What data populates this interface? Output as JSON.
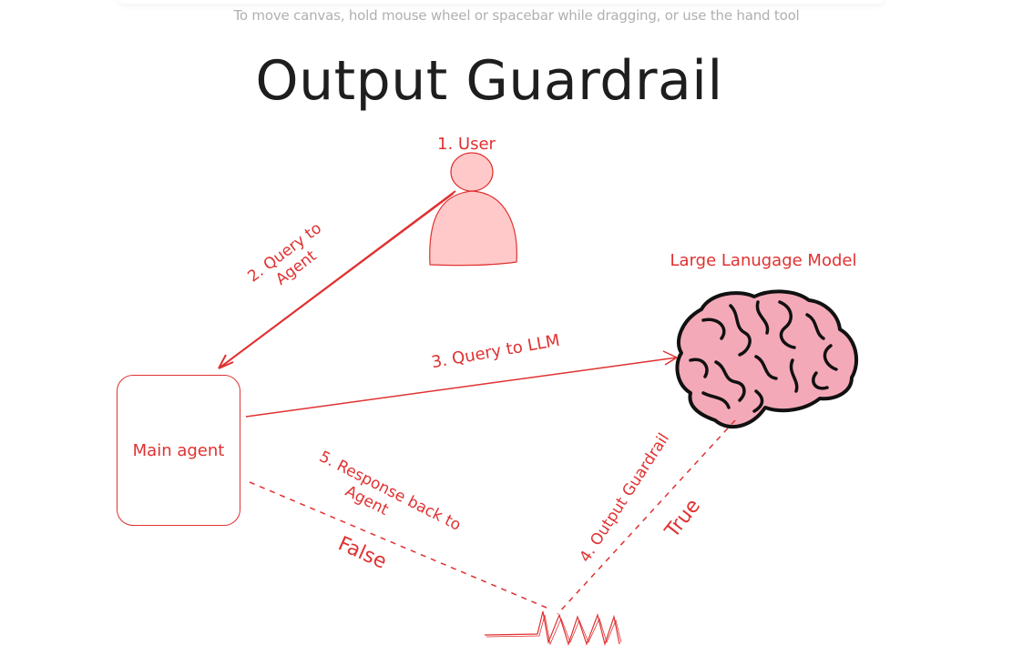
{
  "hint": "To move canvas, hold mouse wheel or spacebar while dragging, or use the hand tool",
  "title": "Output Guardrail",
  "nodes": {
    "user": "1. User",
    "llm": "Large Lanugage Model",
    "main_agent": "Main agent"
  },
  "edges": {
    "query_to_agent_line1": "2. Query to",
    "query_to_agent_line2": "Agent",
    "query_to_llm": "3. Query to LLM",
    "output_guardrail": "4. Output Guardrail",
    "response_line1": "5. Response back to",
    "response_line2": "Agent",
    "true_label": "True",
    "false_label": "False"
  },
  "colors": {
    "accent": "#e03131",
    "user_fill": "#ffc9c9",
    "brain_fill": "#f4a9b8"
  }
}
